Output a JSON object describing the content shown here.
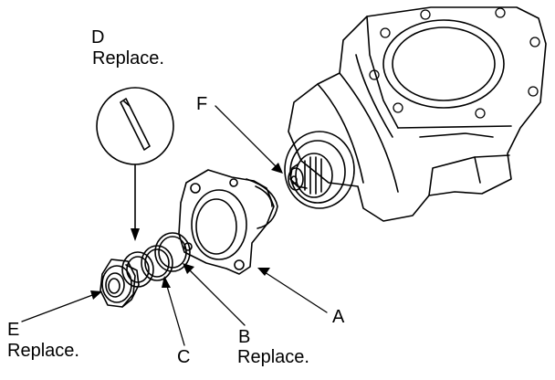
{
  "diagram": {
    "labels": {
      "d_letter": "D",
      "d_note": "Replace.",
      "f": "F",
      "a": "A",
      "b_letter": "B",
      "b_note": "Replace.",
      "c": "C",
      "e_letter": "E",
      "e_note": "Replace."
    }
  },
  "colors": {
    "line": "#000000",
    "background": "#ffffff"
  }
}
